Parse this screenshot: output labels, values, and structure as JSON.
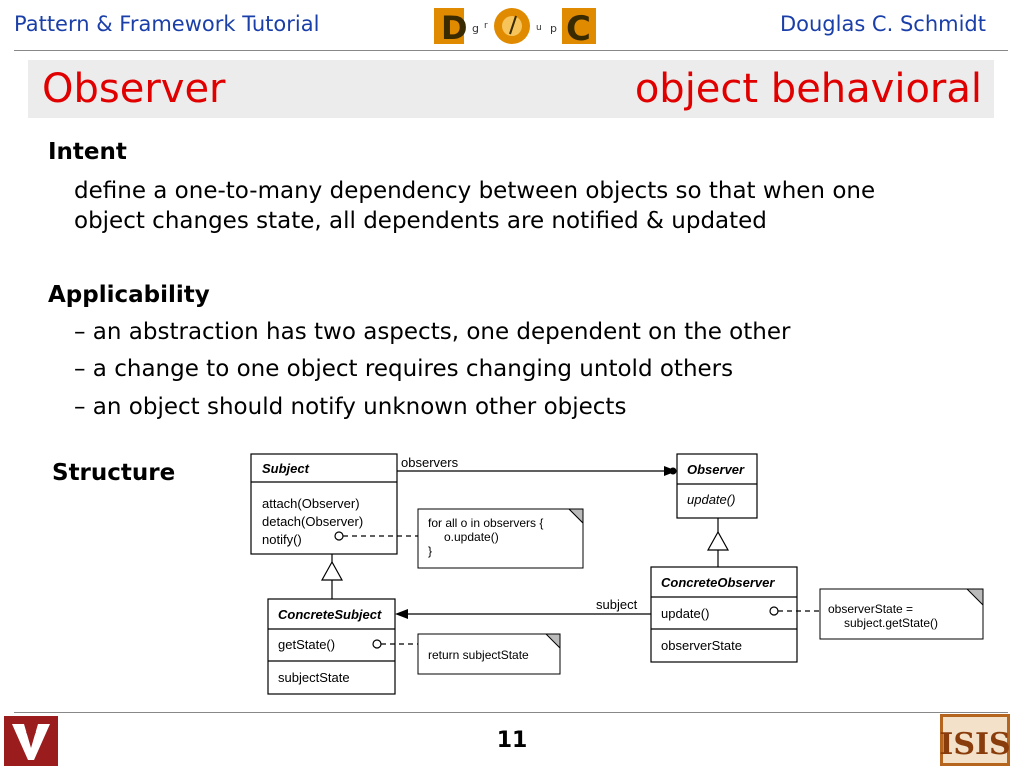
{
  "header": {
    "left": "Pattern & Framework Tutorial",
    "right": "Douglas C. Schmidt",
    "logo_letters": [
      "D",
      "O",
      "C"
    ],
    "logo_small": [
      "g",
      "r",
      "u",
      "p"
    ]
  },
  "title": {
    "left": "Observer",
    "right": "object behavioral"
  },
  "intent": {
    "heading": "Intent",
    "line1": "define a one-to-many dependency between objects so that when one",
    "line2": "object changes state, all dependents are notified & updated"
  },
  "applicability": {
    "heading": "Applicability",
    "bullets": [
      "– an abstraction has two aspects, one dependent on the other",
      "– a change to one object requires changing untold others",
      "– an object should notify unknown other objects"
    ]
  },
  "structure": {
    "heading": "Structure",
    "subject": {
      "name": "Subject",
      "methods": [
        "attach(Observer)",
        "detach(Observer)",
        "notify()"
      ]
    },
    "observer": {
      "name": "Observer",
      "methods": [
        "update()"
      ]
    },
    "concrete_subject": {
      "name": "ConcreteSubject",
      "methods": [
        "getState()"
      ],
      "attributes": [
        "subjectState"
      ]
    },
    "concrete_observer": {
      "name": "ConcreteObserver",
      "methods": [
        "update()"
      ],
      "attributes": [
        "observerState"
      ]
    },
    "assoc_observers": "observers",
    "assoc_subject": "subject",
    "note_notify": [
      "for all o in observers {",
      "o.update()",
      "}"
    ],
    "note_getstate": "return subjectState",
    "note_update": [
      "observerState =",
      "subject.getState()"
    ]
  },
  "footer": {
    "page": "11",
    "right_logo_text": "ISIS"
  },
  "colors": {
    "header_text": "#1a3fa8",
    "title_text": "#e00000",
    "title_bg": "#ececec",
    "logo_orange": "#e08a00",
    "vu_red": "#9b1c1c"
  }
}
